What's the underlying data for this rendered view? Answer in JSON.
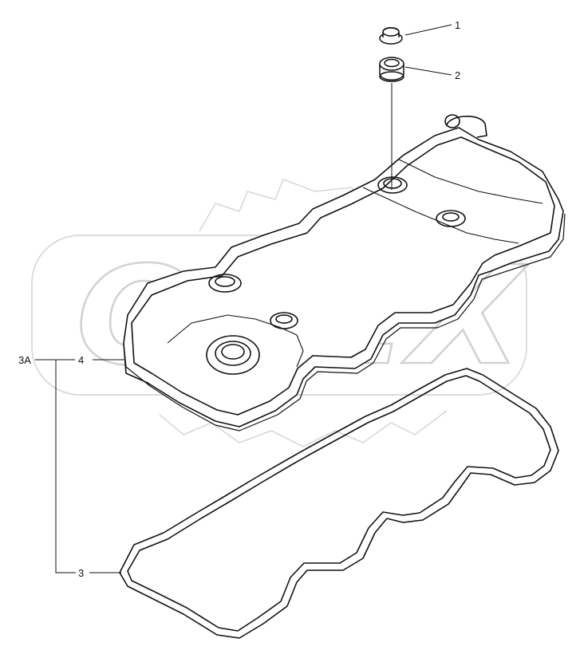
{
  "watermark": {
    "text": "OPEX"
  },
  "callouts": {
    "c1": "1",
    "c2": "2",
    "c3": "3",
    "c3a": "3A",
    "c4": "4"
  },
  "colors": {
    "line": "#111111",
    "watermark": "#dcdcdc"
  }
}
